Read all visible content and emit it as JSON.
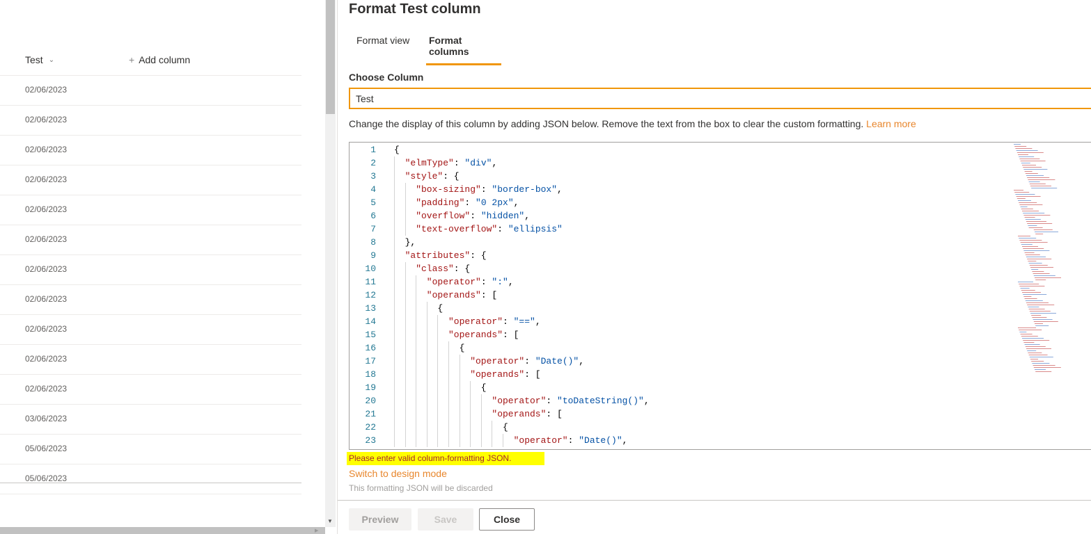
{
  "list": {
    "column_header": "Test",
    "add_column": "Add column",
    "rows": [
      "02/06/2023",
      "02/06/2023",
      "02/06/2023",
      "02/06/2023",
      "02/06/2023",
      "02/06/2023",
      "02/06/2023",
      "02/06/2023",
      "02/06/2023",
      "02/06/2023",
      "02/06/2023",
      "03/06/2023",
      "05/06/2023",
      "05/06/2023"
    ]
  },
  "panel": {
    "title": "Format Test column",
    "tabs": [
      "Format view",
      "Format columns"
    ],
    "active_tab": 1,
    "choose_label": "Choose Column",
    "choose_value": "Test",
    "description": "Change the display of this column by adding JSON below. Remove the text from the box to clear the custom formatting. ",
    "learn_more": "Learn more",
    "error": "Please enter valid column-formatting JSON.",
    "switch_link": "Switch to design mode",
    "discard_note": "This formatting JSON will be discarded",
    "buttons": {
      "preview": "Preview",
      "save": "Save",
      "close": "Close"
    },
    "accent": "#f0960a"
  },
  "code_lines": [
    {
      "n": "1",
      "indent": 0,
      "seg": [
        [
          "p",
          "{"
        ]
      ]
    },
    {
      "n": "2",
      "indent": 1,
      "seg": [
        [
          "k",
          "\"elmType\""
        ],
        [
          "p",
          ": "
        ],
        [
          "v",
          "\"div\""
        ],
        [
          "p",
          ","
        ]
      ]
    },
    {
      "n": "3",
      "indent": 1,
      "seg": [
        [
          "k",
          "\"style\""
        ],
        [
          "p",
          ": {"
        ]
      ]
    },
    {
      "n": "4",
      "indent": 2,
      "seg": [
        [
          "k",
          "\"box-sizing\""
        ],
        [
          "p",
          ": "
        ],
        [
          "v",
          "\"border-box\""
        ],
        [
          "p",
          ","
        ]
      ]
    },
    {
      "n": "5",
      "indent": 2,
      "seg": [
        [
          "k",
          "\"padding\""
        ],
        [
          "p",
          ": "
        ],
        [
          "v",
          "\"0 2px\""
        ],
        [
          "p",
          ","
        ]
      ]
    },
    {
      "n": "6",
      "indent": 2,
      "seg": [
        [
          "k",
          "\"overflow\""
        ],
        [
          "p",
          ": "
        ],
        [
          "v",
          "\"hidden\""
        ],
        [
          "p",
          ","
        ]
      ]
    },
    {
      "n": "7",
      "indent": 2,
      "seg": [
        [
          "k",
          "\"text-overflow\""
        ],
        [
          "p",
          ": "
        ],
        [
          "v",
          "\"ellipsis\""
        ]
      ]
    },
    {
      "n": "8",
      "indent": 1,
      "seg": [
        [
          "p",
          "},"
        ]
      ]
    },
    {
      "n": "9",
      "indent": 1,
      "seg": [
        [
          "k",
          "\"attributes\""
        ],
        [
          "p",
          ": {"
        ]
      ]
    },
    {
      "n": "10",
      "indent": 2,
      "seg": [
        [
          "k",
          "\"class\""
        ],
        [
          "p",
          ": {"
        ]
      ]
    },
    {
      "n": "11",
      "indent": 3,
      "seg": [
        [
          "k",
          "\"operator\""
        ],
        [
          "p",
          ": "
        ],
        [
          "v",
          "\":\""
        ],
        [
          "p",
          ","
        ]
      ]
    },
    {
      "n": "12",
      "indent": 3,
      "seg": [
        [
          "k",
          "\"operands\""
        ],
        [
          "p",
          ": ["
        ]
      ]
    },
    {
      "n": "13",
      "indent": 4,
      "seg": [
        [
          "p",
          "{"
        ]
      ]
    },
    {
      "n": "14",
      "indent": 5,
      "seg": [
        [
          "k",
          "\"operator\""
        ],
        [
          "p",
          ": "
        ],
        [
          "v",
          "\"==\""
        ],
        [
          "p",
          ","
        ]
      ]
    },
    {
      "n": "15",
      "indent": 5,
      "seg": [
        [
          "k",
          "\"operands\""
        ],
        [
          "p",
          ": ["
        ]
      ]
    },
    {
      "n": "16",
      "indent": 6,
      "seg": [
        [
          "p",
          "{"
        ]
      ]
    },
    {
      "n": "17",
      "indent": 7,
      "seg": [
        [
          "k",
          "\"operator\""
        ],
        [
          "p",
          ": "
        ],
        [
          "v",
          "\"Date()\""
        ],
        [
          "p",
          ","
        ]
      ]
    },
    {
      "n": "18",
      "indent": 7,
      "seg": [
        [
          "k",
          "\"operands\""
        ],
        [
          "p",
          ": ["
        ]
      ]
    },
    {
      "n": "19",
      "indent": 8,
      "seg": [
        [
          "p",
          "{"
        ]
      ]
    },
    {
      "n": "20",
      "indent": 9,
      "seg": [
        [
          "k",
          "\"operator\""
        ],
        [
          "p",
          ": "
        ],
        [
          "v",
          "\"toDateString()\""
        ],
        [
          "p",
          ","
        ]
      ]
    },
    {
      "n": "21",
      "indent": 9,
      "seg": [
        [
          "k",
          "\"operands\""
        ],
        [
          "p",
          ": ["
        ]
      ]
    },
    {
      "n": "22",
      "indent": 10,
      "seg": [
        [
          "p",
          "{"
        ]
      ]
    },
    {
      "n": "23",
      "indent": 11,
      "seg": [
        [
          "k",
          "\"operator\""
        ],
        [
          "p",
          ": "
        ],
        [
          "v",
          "\"Date()\""
        ],
        [
          "p",
          ","
        ]
      ]
    }
  ]
}
